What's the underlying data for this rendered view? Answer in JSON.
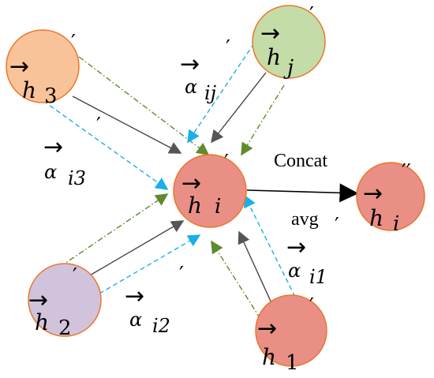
{
  "colors": {
    "node_stroke": "#e8772a",
    "h3_fill": "#f9c39a",
    "hj_fill": "#c4dca7",
    "hi_fill": "#e98f86",
    "h2_fill": "#d2c3dc",
    "h1_fill": "#e98f86",
    "hi2_fill": "#e98f86",
    "cyan": "#1aaeea",
    "green": "#5f8a2d",
    "dark": "#555555",
    "black": "#000000"
  },
  "nodes": {
    "h3": {
      "arrow": "→",
      "base": "h",
      "sub": "3",
      "prime": "′"
    },
    "hj": {
      "arrow": "→",
      "base": "h",
      "sub": "j",
      "prime": "′"
    },
    "hi": {
      "arrow": "→",
      "base": "h",
      "sub": "i",
      "prime": "′"
    },
    "h2": {
      "arrow": "→",
      "base": "h",
      "sub": "2",
      "prime": "′"
    },
    "h1": {
      "arrow": "→",
      "base": "h",
      "sub": "1",
      "prime": "′"
    },
    "hi_out": {
      "arrow": "→",
      "base": "h",
      "sub": "i",
      "prime": "′′"
    }
  },
  "weights": {
    "a_ij": {
      "arrow": "→",
      "base": "α",
      "sub": "ij",
      "prime": "′"
    },
    "a_i3": {
      "arrow": "→",
      "base": "α",
      "sub": "i3",
      "prime": "′"
    },
    "a_i2": {
      "arrow": "→",
      "base": "α",
      "sub": "i2",
      "prime": "′"
    },
    "a_i1": {
      "arrow": "→",
      "base": "α",
      "sub": "i1",
      "prime": "′"
    }
  },
  "labels": {
    "concat": "Concat",
    "avg": "avg"
  }
}
